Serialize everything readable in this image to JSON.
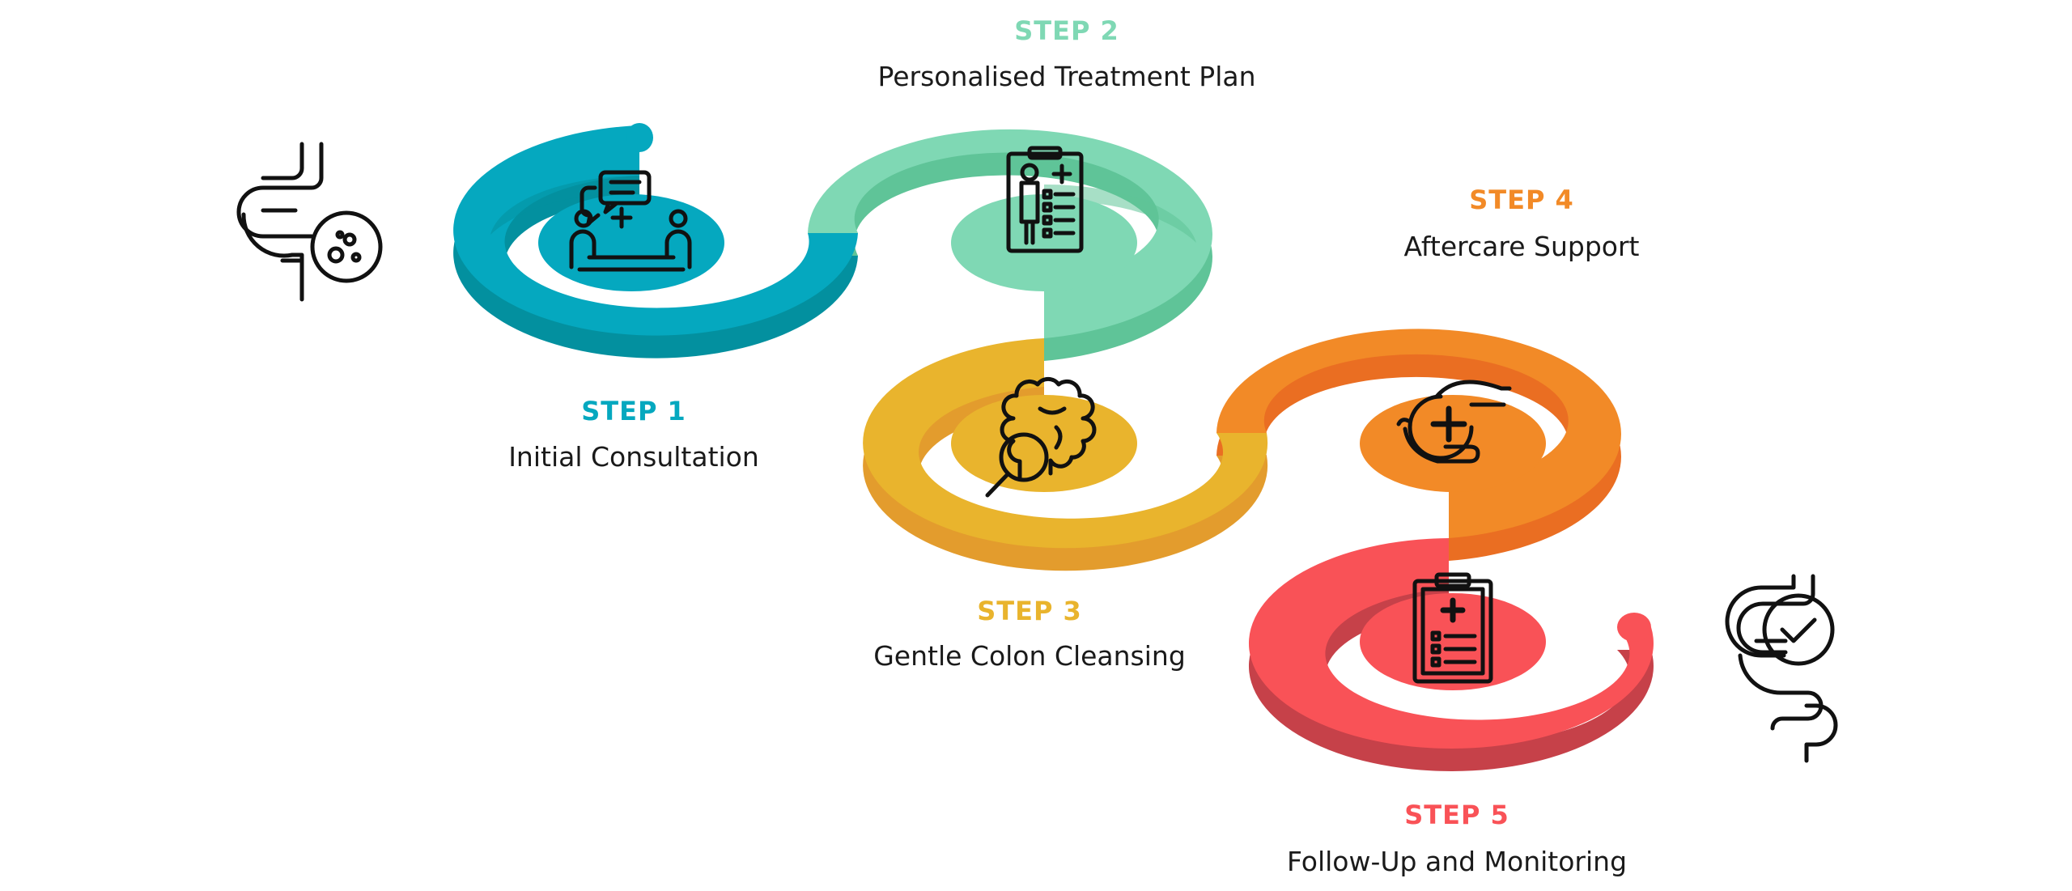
{
  "colors": {
    "step1": "#05a8bf",
    "step2": "#7fd8b4",
    "step3": "#e9b42d",
    "step4": "#f28a27",
    "step5": "#f95257",
    "text": "#1a1a1a"
  },
  "steps": [
    {
      "title": "STEP 1",
      "subtitle": "Initial Consultation",
      "icon": "consultation-icon"
    },
    {
      "title": "STEP 2",
      "subtitle": "Personalised Treatment Plan",
      "icon": "treatment-plan-icon"
    },
    {
      "title": "STEP 3",
      "subtitle": "Gentle Colon Cleansing",
      "icon": "colon-inspection-icon"
    },
    {
      "title": "STEP 4",
      "subtitle": "Aftercare Support",
      "icon": "care-hands-icon"
    },
    {
      "title": "STEP 5",
      "subtitle": "Follow-Up and Monitoring",
      "icon": "clipboard-icon"
    }
  ],
  "side_icons": [
    "intestine-bacteria-icon",
    "intestine-check-icon"
  ]
}
